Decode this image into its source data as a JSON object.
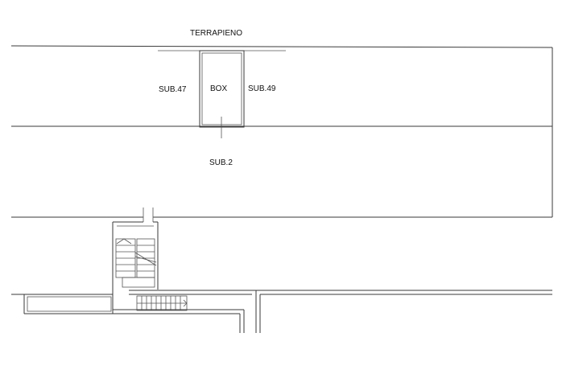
{
  "labels": {
    "terrapieno": "TERRAPIENO",
    "sub47": "SUB.47",
    "box": "BOX",
    "sub49": "SUB.49",
    "sub2": "SUB.2"
  }
}
